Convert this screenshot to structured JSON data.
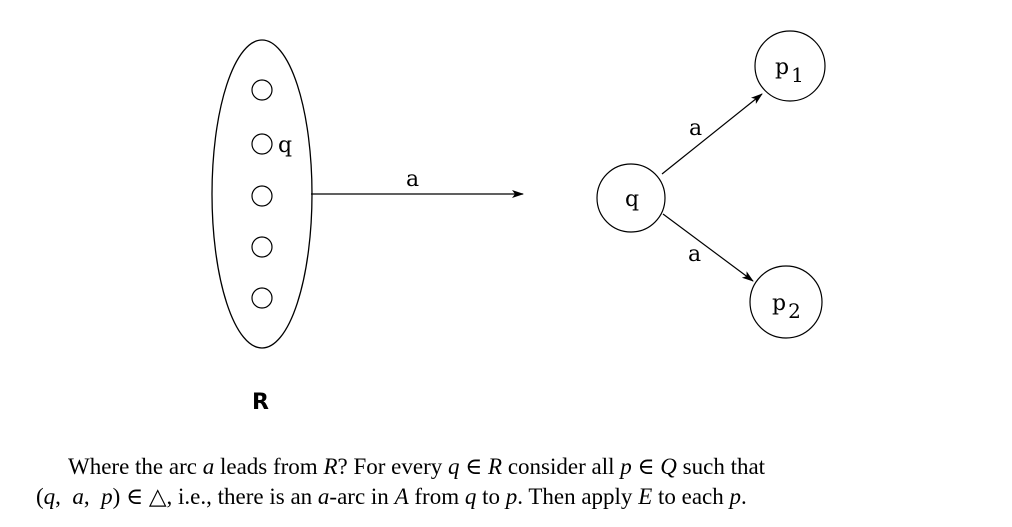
{
  "diagram": {
    "set_label": "R",
    "set_state_label": "q",
    "main_arc_label": "a",
    "state_q_label": "q",
    "upper_arc_label": "a",
    "lower_arc_label": "a",
    "p1_base": "p",
    "p1_sub": "1",
    "p2_base": "p",
    "p2_sub": "2"
  },
  "caption": {
    "l1_t1": "Where the arc ",
    "l1_m1": "a",
    "l1_t2": " leads from ",
    "l1_m2": "R",
    "l1_t3": "? For every ",
    "l1_m3": "q",
    "l1_t4": " ∈ ",
    "l1_m4": "R",
    "l1_t5": " consider all ",
    "l1_m5": "p",
    "l1_t6": " ∈ ",
    "l1_m6": "Q",
    "l1_t7": " such that",
    "l2_t1": "(",
    "l2_m1": "q",
    "l2_t2": ",  ",
    "l2_m2": "a",
    "l2_t3": ",  ",
    "l2_m3": "p",
    "l2_t4": ") ∈ △, i.e., there is an ",
    "l2_m4": "a",
    "l2_t5": "-arc in ",
    "l2_m5": "A",
    "l2_t6": " from ",
    "l2_m6": "q",
    "l2_t7": " to ",
    "l2_m7": "p",
    "l2_t8": ". Then apply ",
    "l2_m8": "E",
    "l2_t9": " to each ",
    "l2_m9": "p",
    "l2_t10": "."
  }
}
